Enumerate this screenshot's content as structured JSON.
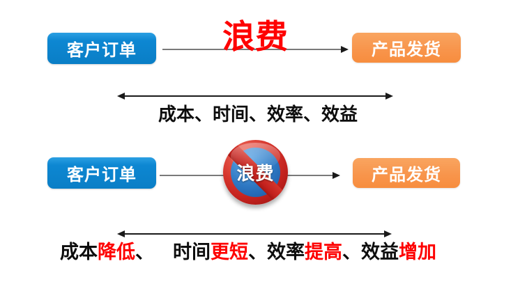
{
  "colors": {
    "box_blue": "#0d87d2",
    "box_orange": "#f8954c",
    "accent_red": "#fe0000",
    "flow_line_gray": "#7a7a7a",
    "range_arrow_black": "#1a1a1a",
    "ban_ring_red": "#c2211d",
    "ban_inner_blue": "#2d77c2"
  },
  "flow_before": {
    "source_label": "客户订单",
    "waste_label": "浪费",
    "target_label": "产品发货",
    "metrics_label": "成本、时间、效率、效益"
  },
  "flow_after": {
    "source_label": "客户订单",
    "ban_label": "浪费",
    "target_label": "产品发货",
    "metrics_segments": [
      {
        "text": "成本",
        "color": "black"
      },
      {
        "text": "降低",
        "color": "red"
      },
      {
        "text": "、 ",
        "color": "black"
      },
      {
        "text": "时间",
        "color": "black"
      },
      {
        "text": "更短",
        "color": "red"
      },
      {
        "text": "、",
        "color": "black"
      },
      {
        "text": "效率",
        "color": "black"
      },
      {
        "text": "提高",
        "color": "red"
      },
      {
        "text": "、",
        "color": "black"
      },
      {
        "text": "效益",
        "color": "black"
      },
      {
        "text": "增加",
        "color": "red"
      }
    ]
  }
}
